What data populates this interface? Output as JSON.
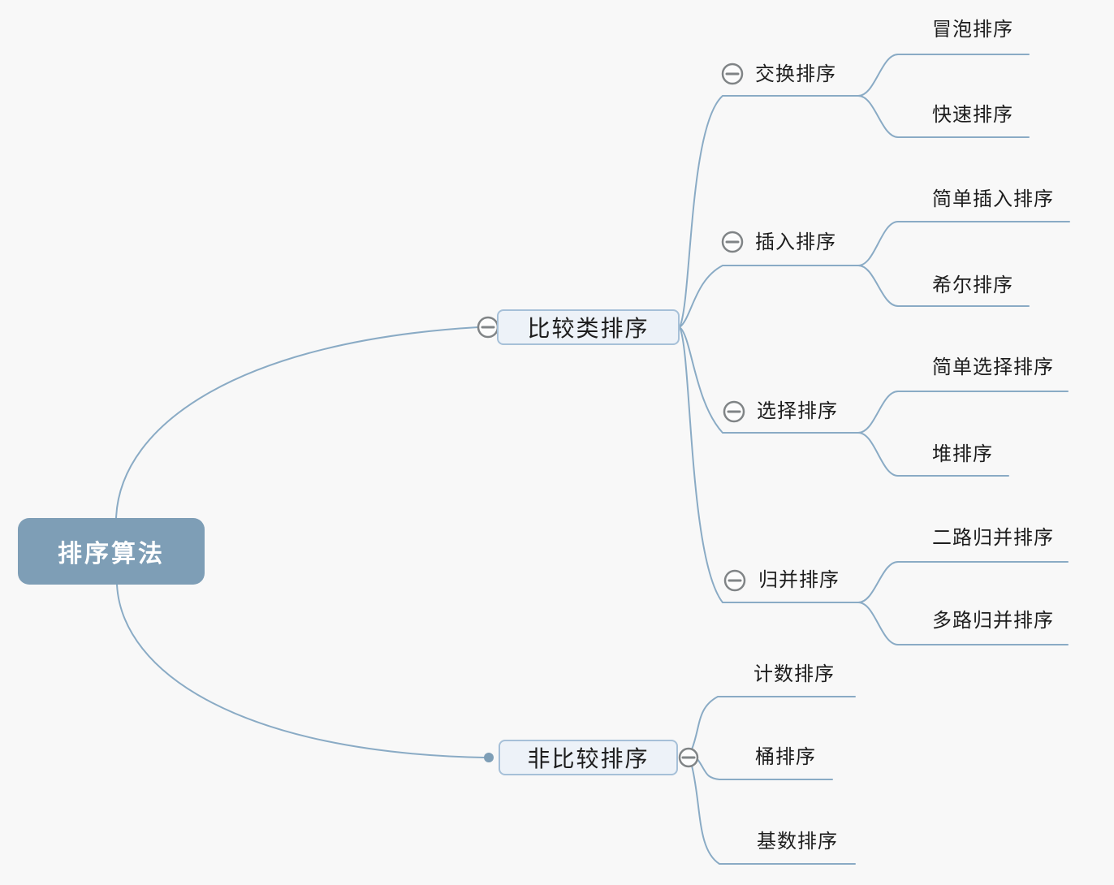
{
  "diagram": {
    "type": "mindmap",
    "colors": {
      "background": "#f8f8f8",
      "line": "#8aabc5",
      "root_fill": "#7e9eb6",
      "root_text": "#ffffff",
      "branch_fill": "#edf2f8",
      "branch_border": "#a6c0d8",
      "text": "#1d1d1d",
      "collapse": "#808486"
    },
    "icons": {
      "collapse": "minus-circle",
      "connector": "dot"
    },
    "root": {
      "label": "排序算法"
    },
    "branches": [
      {
        "label": "比较类排序",
        "collapsed": false,
        "children": [
          {
            "label": "交换排序",
            "collapsed": false,
            "children": [
              {
                "label": "冒泡排序"
              },
              {
                "label": "快速排序"
              }
            ]
          },
          {
            "label": "插入排序",
            "collapsed": false,
            "children": [
              {
                "label": "简单插入排序"
              },
              {
                "label": "希尔排序"
              }
            ]
          },
          {
            "label": "选择排序",
            "collapsed": false,
            "children": [
              {
                "label": "简单选择排序"
              },
              {
                "label": "堆排序"
              }
            ]
          },
          {
            "label": "归并排序",
            "collapsed": false,
            "children": [
              {
                "label": "二路归并排序"
              },
              {
                "label": "多路归并排序"
              }
            ]
          }
        ]
      },
      {
        "label": "非比较排序",
        "collapsed": false,
        "children": [
          {
            "label": "计数排序"
          },
          {
            "label": "桶排序"
          },
          {
            "label": "基数排序"
          }
        ]
      }
    ]
  }
}
